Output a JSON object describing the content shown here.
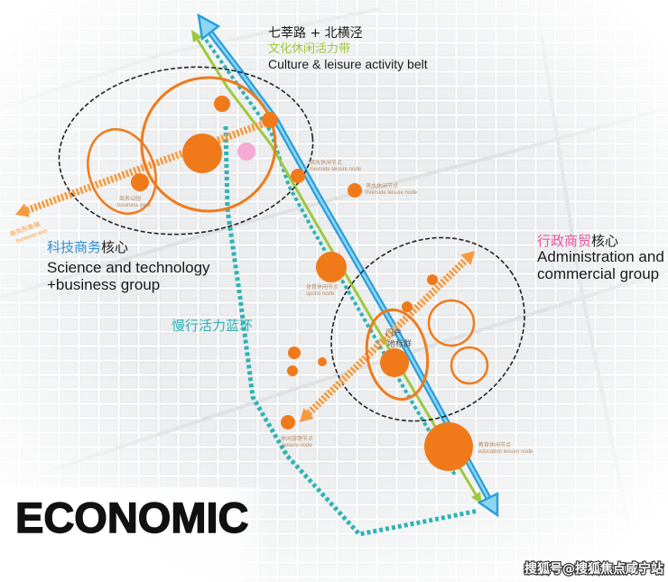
{
  "diagram": {
    "belt_road": "七莘路 + 北横泾",
    "belt_title_cn": "文化休闲活力带",
    "belt_title_en": "Culture & leisure activity belt",
    "admin_group": {
      "cn_highlight": "行政商贸",
      "cn_suffix": "核心",
      "en_line1": "Administration and",
      "en_line2": "commercial group"
    },
    "tech_group": {
      "cn_highlight": "科技商务",
      "cn_suffix": "核心",
      "en_line1": "Science and technology",
      "en_line2": "+business group"
    },
    "blue_ring": "慢行活力蓝环",
    "heading": "ECONOMIC",
    "watermark": "搜狐号@搜狐焦点咸宁站",
    "gateway": {
      "line1": "门户",
      "line2": "地标群"
    },
    "node_labels": [
      {
        "cn": "商务形象轴",
        "en": "business axis"
      },
      {
        "cn": "商务公园",
        "en": "business park"
      },
      {
        "cn": "滨水休闲节点",
        "en": "riverside leisure node"
      },
      {
        "cn": "滨水休闲节点",
        "en": "riverside leisure node"
      },
      {
        "cn": "体育休闲节点",
        "en": "sports node"
      },
      {
        "cn": "休闲游憩节点",
        "en": "leisure node"
      },
      {
        "cn": "教育休闲节点",
        "en": "education leisure node"
      }
    ]
  },
  "colors": {
    "orange": "#f07a1a",
    "axis_orange": "#f59a3c",
    "belt_green": "#9dc93c",
    "belt_blue": "#2b9fdc",
    "belt_blue_light": "#8fd6f2",
    "ring_teal": "#2fb3b6",
    "admin_pink": "#e8559c",
    "tech_blue": "#2f8fd0",
    "accent_pink": "#f6a9d4",
    "cloud_black": "#222222",
    "label_gray": "#b98a62",
    "text_dark": "#1a1a1a"
  }
}
